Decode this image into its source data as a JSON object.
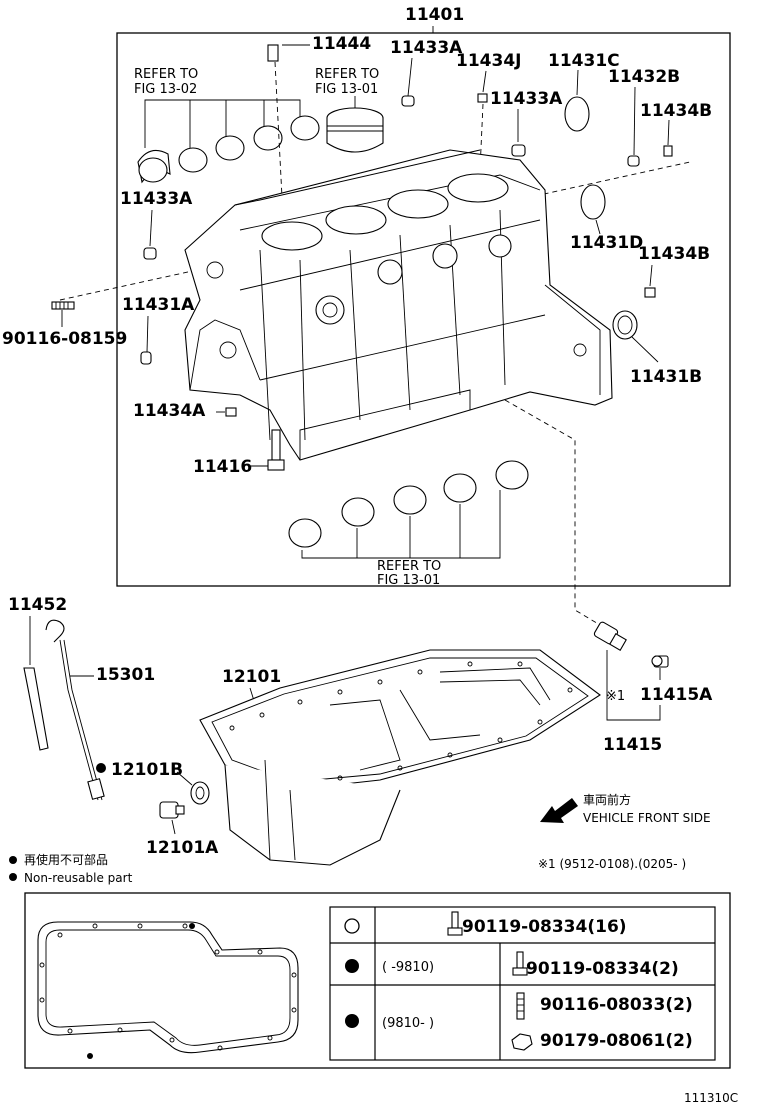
{
  "labels": {
    "main_part": "11401",
    "p11444": "11444",
    "p11433a_top": "11433A",
    "p11434j": "11434J",
    "p11431c": "11431C",
    "p11432b": "11432B",
    "p11433a_mid": "11433A",
    "p11434b_top": "11434B",
    "p11433a_left": "11433A",
    "p11431d": "11431D",
    "p11434b_mid": "11434B",
    "p11431a": "11431A",
    "p90116_08159": "90116-08159",
    "p11431b": "11431B",
    "p11434a": "11434A",
    "p11416": "11416",
    "p11452": "11452",
    "p15301": "15301",
    "p12101": "12101",
    "p11415a": "11415A",
    "p11415a_mark": "※1",
    "p11415": "11415",
    "p12101b": "12101B",
    "p12101a": "12101A",
    "diagram_id": "111310C"
  },
  "refers": {
    "fig_1302_line1": "REFER TO",
    "fig_1302_line2": "FIG 13-02",
    "fig_1301_top_line1": "REFER TO",
    "fig_1301_top_line2": "FIG 13-01",
    "fig_1301_bot_line1": "REFER TO",
    "fig_1301_bot_line2": "FIG 13-01"
  },
  "direction": {
    "jp": "車両前方",
    "en": "VEHICLE FRONT SIDE"
  },
  "footnote": "※1 (9512-0108).(0205-    )",
  "legend": {
    "jp": "再使用不可部品",
    "en": "Non-reusable part"
  },
  "table": {
    "rows": [
      {
        "marker": "open-circle",
        "range": "",
        "parts": [
          "90119-08334(16)"
        ]
      },
      {
        "marker": "filled-circle",
        "range": "(      -9810)",
        "parts": [
          "90119-08334(2)"
        ]
      },
      {
        "marker": "filled-circle",
        "range": "(9810-       )",
        "parts": [
          "90116-08033(2)",
          "90179-08061(2)"
        ]
      }
    ]
  }
}
